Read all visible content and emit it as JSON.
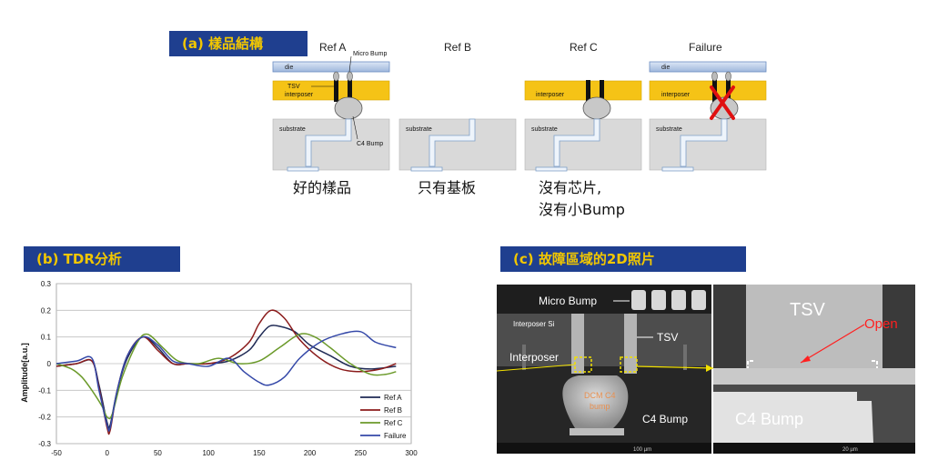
{
  "banners": {
    "a": "(a)  樣品結構",
    "b": "(b)  TDR分析",
    "c": "(c)  故障區域的2D照片"
  },
  "schematic": {
    "titles": [
      "Ref A",
      "Ref B",
      "Ref C",
      "Failure"
    ],
    "labels": {
      "die": "die",
      "interposer": "interposer",
      "substrate": "substrate",
      "tsv": "TSV",
      "micro_bump": "Micro Bump",
      "c4_bump": "C4 Bump"
    },
    "captions": {
      "ref_a": "好的樣品",
      "ref_b": "只有基板",
      "ref_c_line1": "沒有芯片,",
      "ref_c_line2": "沒有小Bump"
    }
  },
  "micrograph": {
    "micro_bump": "Micro Bump",
    "interposer_si": "Interposer Si",
    "interposer": "Interposer",
    "tsv_left": "TSV",
    "c4_bump_left": "C4 Bump",
    "dcm_c4": "DCM C4",
    "bump": "bump",
    "tsv_right": "TSV",
    "open": "Open",
    "c4_bump_right": "C4 Bump",
    "scale_left": "100 µm",
    "scale_right": "20 µm"
  },
  "colors": {
    "banner_bg": "#1f3f8f",
    "banner_text": "#f2c700",
    "die": "#b8cde8",
    "interposer": "#f5c316",
    "substrate": "#d9d9d9",
    "ref_a": "#1f2a55",
    "ref_b": "#8b1c1c",
    "ref_c": "#6b9a2a",
    "failure": "#3448a8"
  },
  "chart_data": {
    "type": "line",
    "ylabel": "Amplitude[a.u.]",
    "xlabel": "",
    "xlim": [
      -50,
      300
    ],
    "ylim": [
      -0.3,
      0.3
    ],
    "xticks": [
      -50,
      0,
      50,
      100,
      150,
      200,
      250,
      300
    ],
    "yticks": [
      0.3,
      0.2,
      0.1,
      0,
      -0.1,
      -0.2,
      -0.3
    ],
    "grid": "horizontal",
    "legend": "bottom-right",
    "series": [
      {
        "name": "Ref A",
        "color": "#1f2a55",
        "x": [
          -50,
          -30,
          -15,
          -8,
          0,
          3,
          10,
          20,
          35,
          50,
          65,
          80,
          100,
          120,
          140,
          150,
          160,
          170,
          185,
          200,
          220,
          240,
          260,
          285
        ],
        "y": [
          -0.01,
          0,
          0.01,
          -0.08,
          -0.22,
          -0.23,
          -0.1,
          0.02,
          0.1,
          0.06,
          0.0,
          0.0,
          0.0,
          0.01,
          0.05,
          0.1,
          0.14,
          0.14,
          0.12,
          0.07,
          0.03,
          -0.01,
          -0.02,
          -0.01
        ]
      },
      {
        "name": "Ref B",
        "color": "#8b1c1c",
        "x": [
          -50,
          -30,
          -15,
          -8,
          0,
          3,
          10,
          20,
          35,
          50,
          65,
          80,
          100,
          120,
          140,
          150,
          162,
          175,
          190,
          210,
          230,
          250,
          270,
          285
        ],
        "y": [
          -0.01,
          0,
          0.01,
          -0.09,
          -0.24,
          -0.25,
          -0.1,
          0.03,
          0.1,
          0.05,
          0.0,
          0.0,
          0.0,
          0.02,
          0.08,
          0.15,
          0.2,
          0.17,
          0.09,
          0.02,
          -0.02,
          -0.03,
          -0.02,
          0.0
        ]
      },
      {
        "name": "Ref C",
        "color": "#6b9a2a",
        "x": [
          -50,
          -35,
          -25,
          -15,
          -5,
          0,
          5,
          15,
          30,
          40,
          55,
          70,
          90,
          110,
          130,
          150,
          170,
          190,
          205,
          220,
          240,
          260,
          275,
          285
        ],
        "y": [
          0,
          -0.02,
          -0.05,
          -0.1,
          -0.16,
          -0.2,
          -0.19,
          -0.05,
          0.08,
          0.11,
          0.06,
          0.01,
          0.0,
          0.02,
          0.0,
          0.01,
          0.06,
          0.11,
          0.1,
          0.06,
          0.0,
          -0.04,
          -0.04,
          -0.03
        ]
      },
      {
        "name": "Failure",
        "color": "#3448a8",
        "x": [
          -50,
          -30,
          -15,
          -8,
          0,
          3,
          10,
          20,
          35,
          50,
          65,
          80,
          100,
          120,
          135,
          150,
          160,
          175,
          190,
          210,
          230,
          250,
          265,
          285
        ],
        "y": [
          0,
          0.01,
          0.02,
          -0.1,
          -0.23,
          -0.24,
          -0.1,
          0.03,
          0.1,
          0.07,
          0.01,
          0.0,
          -0.01,
          0.02,
          -0.03,
          -0.07,
          -0.08,
          -0.05,
          0.02,
          0.08,
          0.11,
          0.12,
          0.08,
          0.06
        ]
      }
    ]
  }
}
